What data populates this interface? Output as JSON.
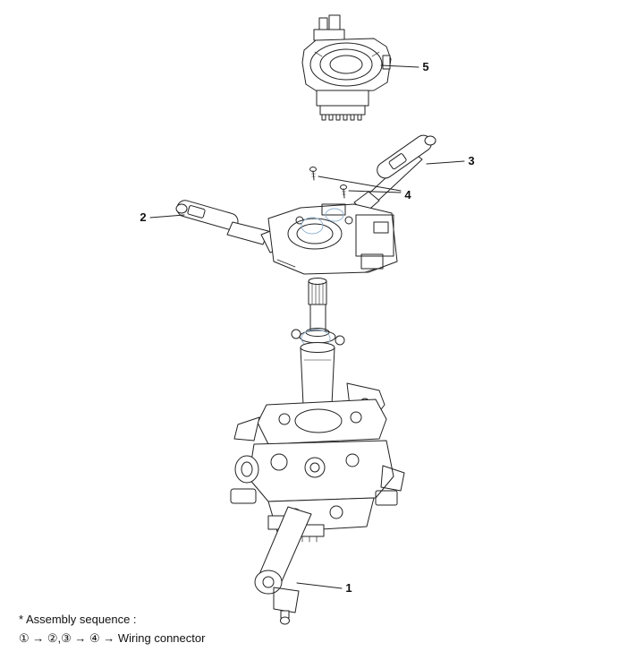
{
  "diagram": {
    "callouts": [
      {
        "label": "1"
      },
      {
        "label": "2"
      },
      {
        "label": "3"
      },
      {
        "label": "4"
      },
      {
        "label": "5"
      }
    ],
    "colors": {
      "line": "#222222",
      "guide": "#8fb0cf",
      "background": "#ffffff"
    }
  },
  "footer": {
    "title": "* Assembly sequence :",
    "sequence": "① → ②,③ → ④ → Wiring connector"
  }
}
